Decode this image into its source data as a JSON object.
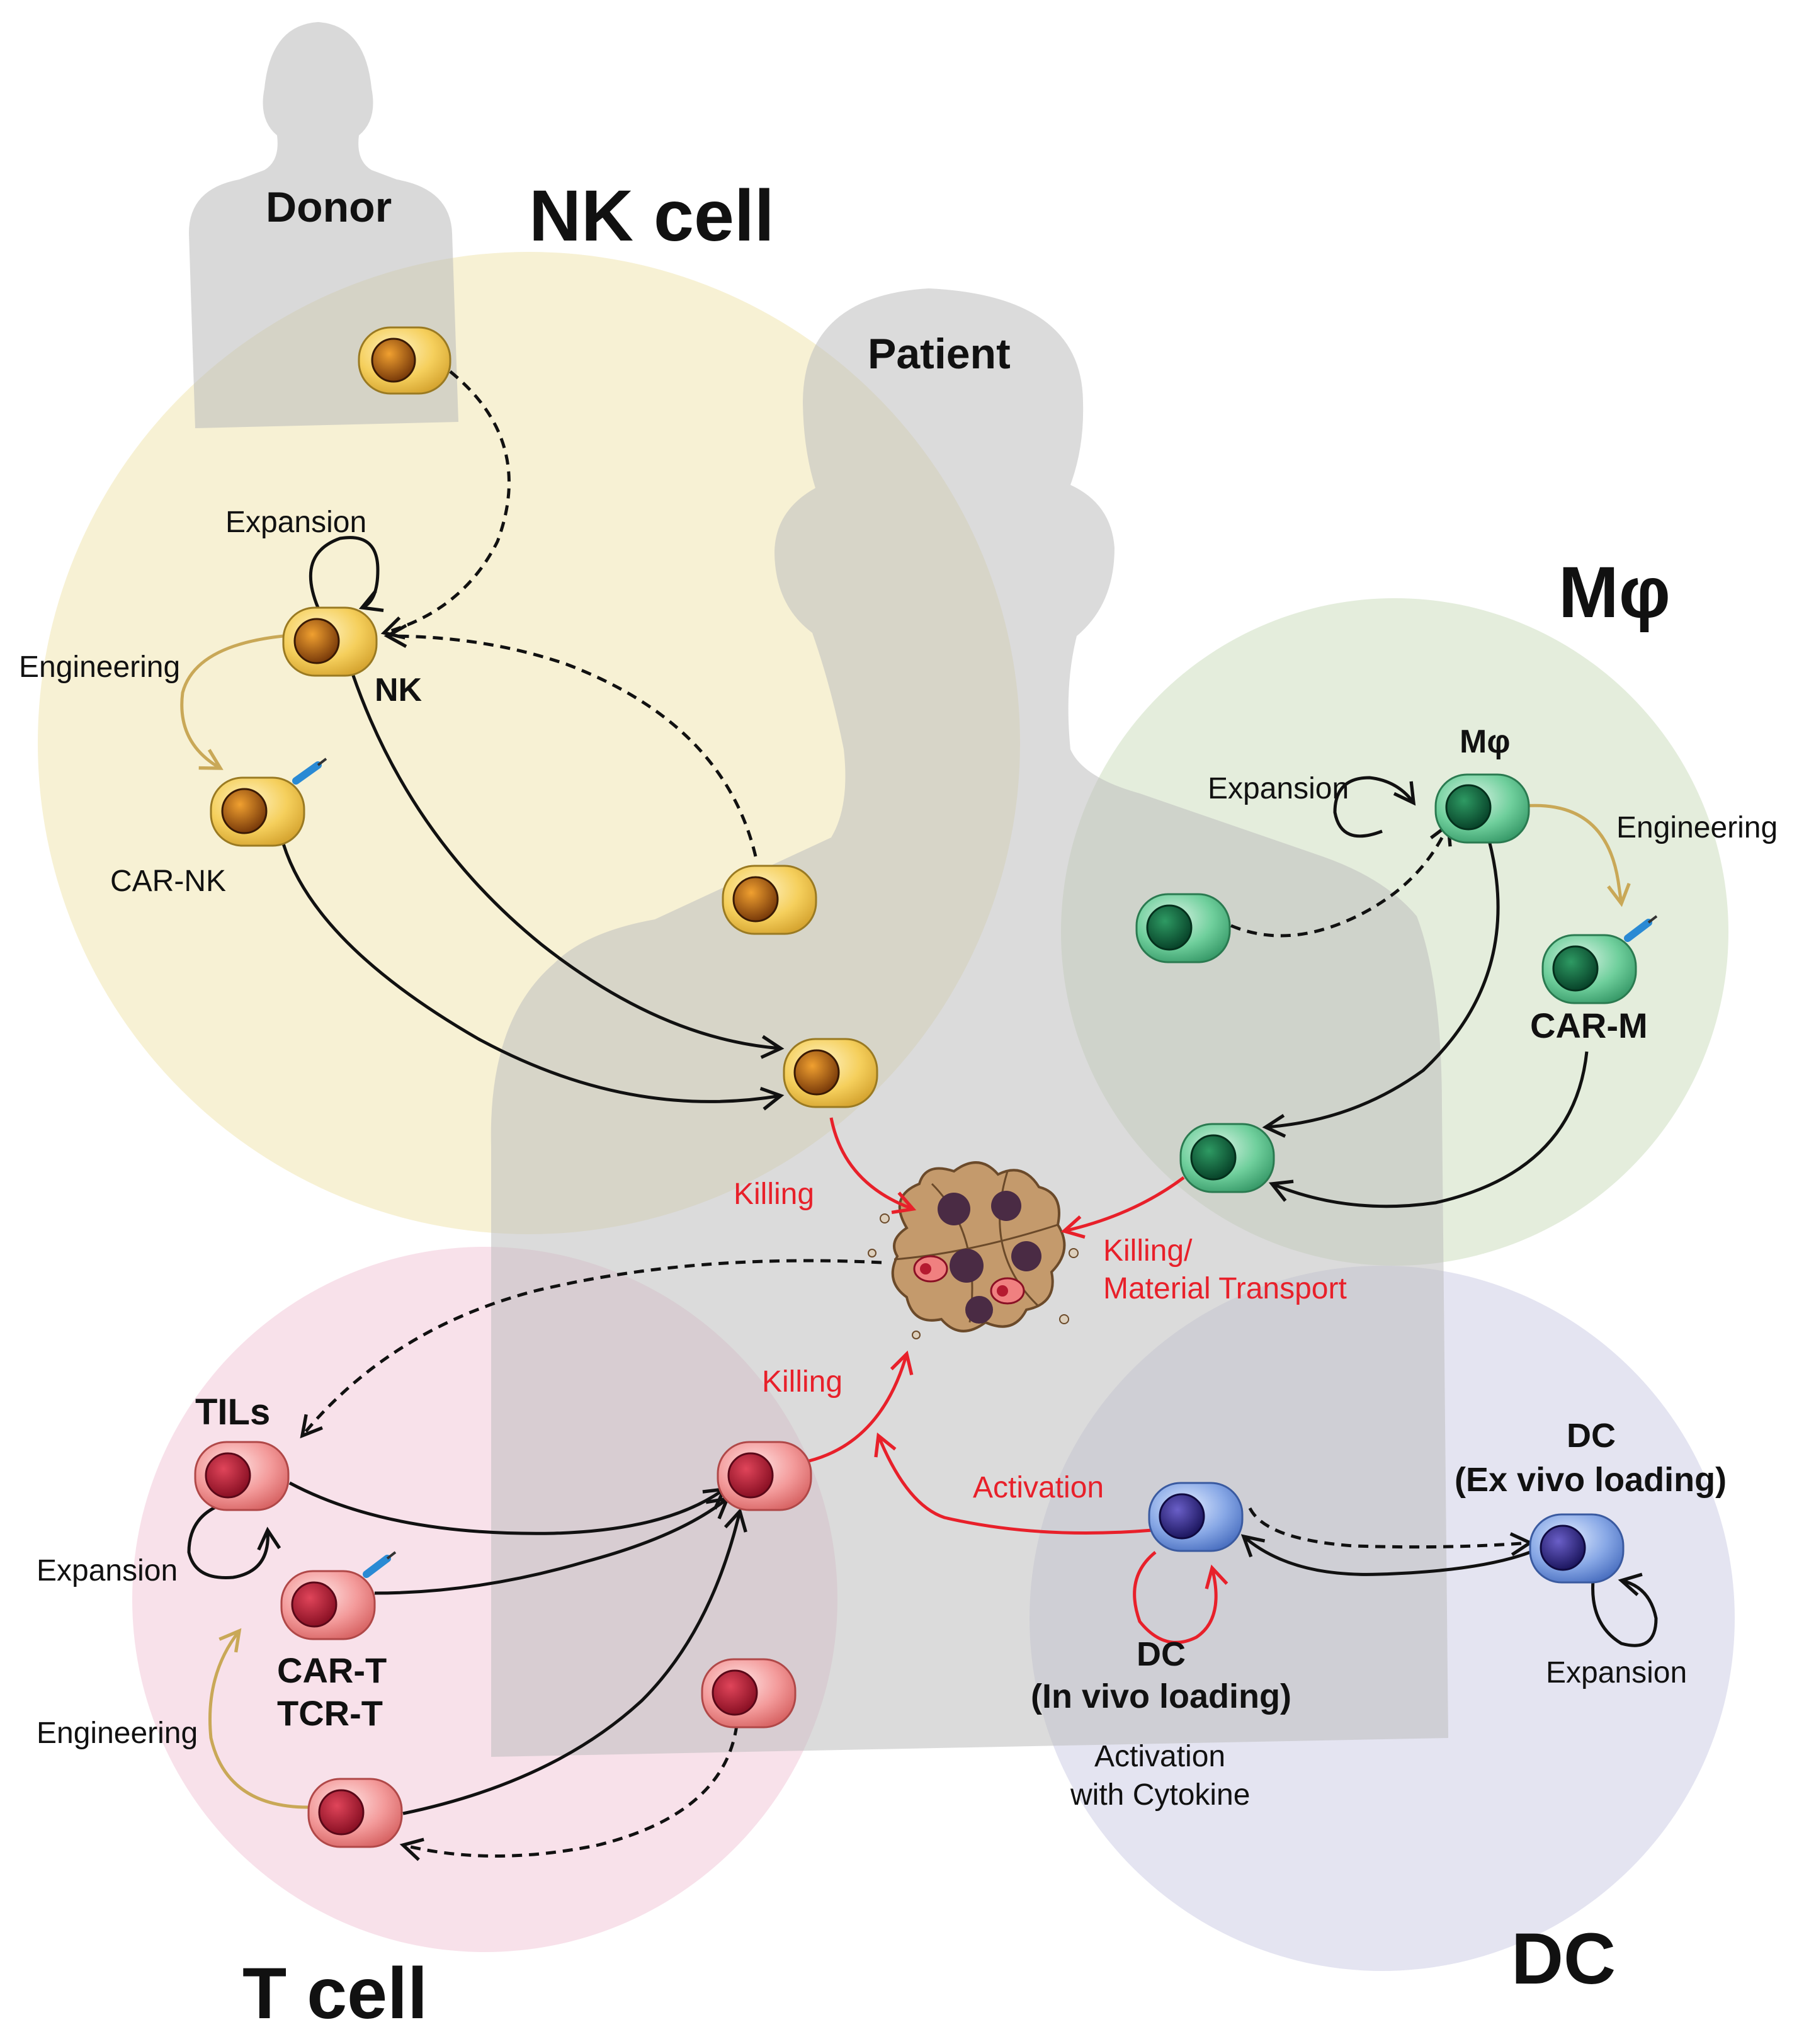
{
  "titles": {
    "nk": "NK cell",
    "macrophage": "Mφ",
    "tcell": "T cell",
    "dc": "DC"
  },
  "people": {
    "donor": "Donor",
    "patient": "Patient"
  },
  "nk_section": {
    "expansion": "Expansion",
    "engineering": "Engineering",
    "nk_label": "NK",
    "car_nk": "CAR-NK",
    "killing": "Killing"
  },
  "macrophage_section": {
    "label": "Mφ",
    "expansion": "Expansion",
    "engineering": "Engineering",
    "car_m": "CAR-M",
    "killing_line1": "Killing/",
    "killing_line2": "Material Transport"
  },
  "tcell_section": {
    "tils": "TILs",
    "expansion": "Expansion",
    "car_t": "CAR-T",
    "tcr_t": "TCR-T",
    "engineering": "Engineering",
    "killing": "Killing"
  },
  "dc_section": {
    "activation": "Activation",
    "dc_in_vivo_line1": "DC",
    "dc_in_vivo_line2": "(In vivo loading)",
    "dc_ex_vivo_line1": "DC",
    "dc_ex_vivo_line2": "(Ex vivo loading)",
    "expansion": "Expansion",
    "cytokine_line1": "Activation",
    "cytokine_line2": "with Cytokine"
  },
  "colors": {
    "nk_circle": "#f7f1d4",
    "macrophage_circle": "#e4eddc",
    "tcell_circle": "#f8e1ea",
    "dc_circle": "#e4e4f1",
    "silhouette": "#c8c8c8",
    "killing_arrow": "#e8202a",
    "engineering_arrow": "#c9a857",
    "nk_cell": "#f2c94c",
    "macrophage_cell": "#4dbf86",
    "t_cell": "#f08080",
    "dc_cell": "#6a8fd8"
  }
}
